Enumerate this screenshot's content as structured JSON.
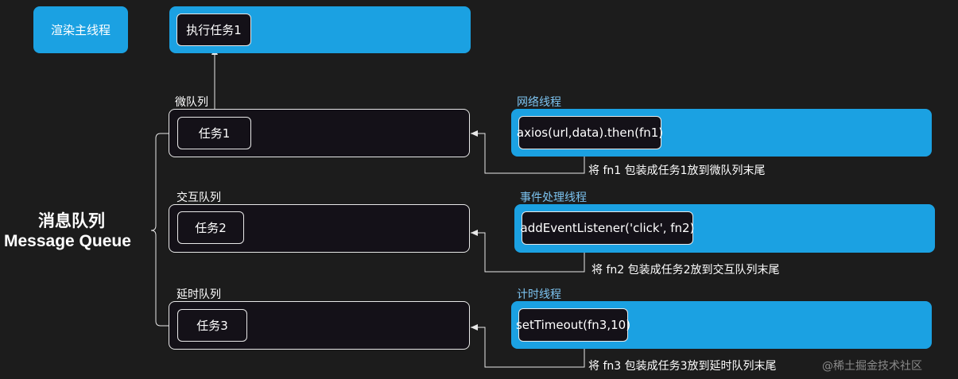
{
  "render_thread": {
    "label": "渲染主线程",
    "current_task": "执行任务1"
  },
  "message_queue": {
    "title_cn": "消息队列",
    "title_en": "Message Queue"
  },
  "queues": [
    {
      "label": "微队列",
      "task": "任务1"
    },
    {
      "label": "交互队列",
      "task": "任务2"
    },
    {
      "label": "延时队列",
      "task": "任务3"
    }
  ],
  "threads": [
    {
      "label": "网络线程",
      "code": "axios(url,data).then(fn1)",
      "note": "将 fn1 包装成任务1放到微队列末尾"
    },
    {
      "label": "事件处理线程",
      "code": "addEventListener('click', fn2)",
      "note": "将 fn2 包装成任务2放到交互队列末尾"
    },
    {
      "label": "计时线程",
      "code": "setTimeout(fn3,10)",
      "note": "将 fn3 包装成任务3放到延时队列末尾"
    }
  ],
  "watermark": "@稀土掘金技术社区",
  "colors": {
    "background": "#1c1c1c",
    "accent": "#1ba1e2",
    "box": "#141118",
    "thread_label": "#7cc3f0"
  }
}
